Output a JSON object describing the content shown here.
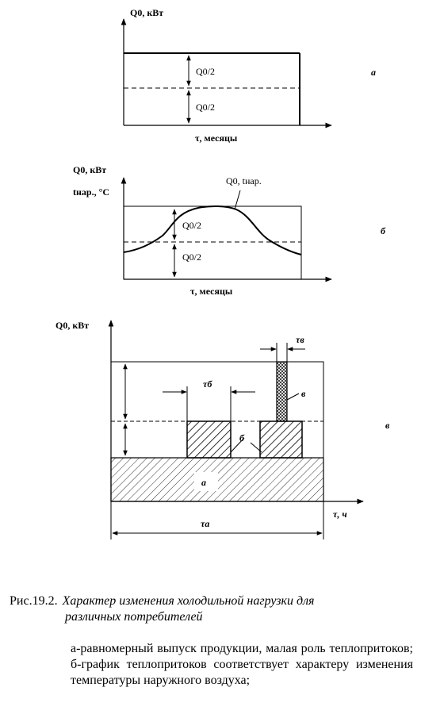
{
  "diagram_a": {
    "y_axis_label": "Q0, кВт",
    "x_axis_label": "τ, месяцы",
    "upper_half": "Q0/2",
    "lower_half": "Q0/2",
    "panel_letter": "а"
  },
  "diagram_b": {
    "y_axis_label": "Q0, кВт",
    "y_axis_label_2": "tнар., °С",
    "curve_label": "Q0, tнар.",
    "upper_half": "Q0/2",
    "lower_half": "Q0/2",
    "x_axis_label": "τ, месяцы",
    "panel_letter": "б"
  },
  "diagram_c": {
    "y_axis_label": "Q0, кВт",
    "x_axis_label": "τ, ч",
    "tau_v": "τв",
    "tau_b": "τб",
    "tau_a": "τа",
    "label_a": "а",
    "label_b": "б",
    "label_v": "в",
    "panel_letter": "в"
  },
  "caption": {
    "number": "Рис.19.2.",
    "title_line1": "Характер изменения холодильной нагрузки для",
    "title_line2": "различных потребителей"
  },
  "notes": "а-равномерный выпуск продукции, малая роль теплопритоков; б-график теплопритоков соответствует характеру изменения температуры наружного воздуха;"
}
